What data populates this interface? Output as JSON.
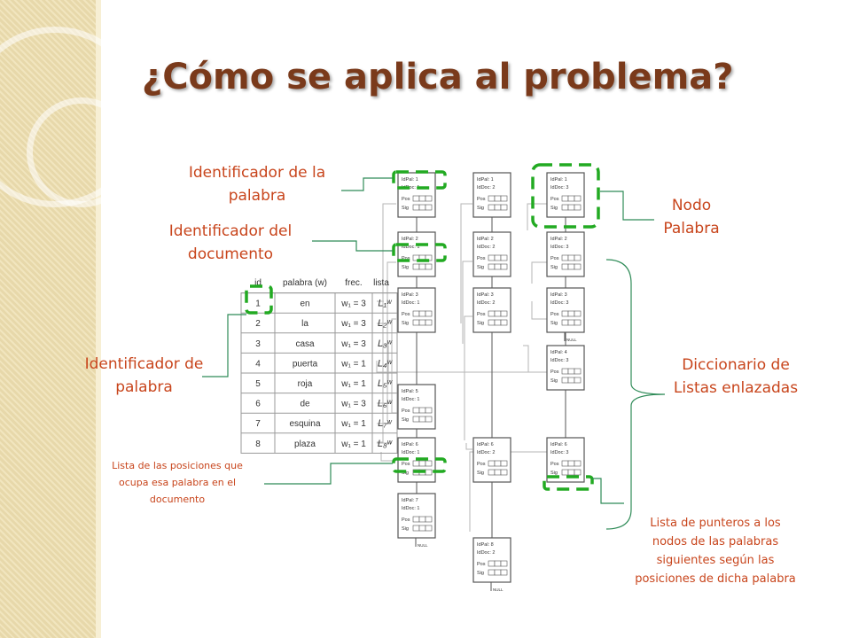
{
  "title": "¿Cómo se aplica al problema?",
  "annotations": {
    "word_id": "Identificador de la palabra",
    "doc_id": "Identificador del documento",
    "word_id_2": "Identificador de palabra",
    "positions": "Lista de las posiciones que ocupa esa palabra en el documento",
    "node": "Nodo Palabra",
    "dictionary": "Diccionario de Listas enlazadas",
    "pointers": "Lista de punteros a los nodos de las palabras siguientes según las posiciones de dicha palabra"
  },
  "table": {
    "headers": [
      "id",
      "palabra (w)",
      "frec.",
      "lista"
    ],
    "rows": [
      {
        "id": "1",
        "word": "en",
        "freq": "w₁ = 3",
        "list": "L₁ʷ"
      },
      {
        "id": "2",
        "word": "la",
        "freq": "w₁ = 3",
        "list": "L₂ʷ"
      },
      {
        "id": "3",
        "word": "casa",
        "freq": "w₁ = 3",
        "list": "L₃ʷ"
      },
      {
        "id": "4",
        "word": "puerta",
        "freq": "w₁ = 1",
        "list": "L₄ʷ"
      },
      {
        "id": "5",
        "word": "roja",
        "freq": "w₁ = 1",
        "list": "L₅ʷ"
      },
      {
        "id": "6",
        "word": "de",
        "freq": "w₁ = 3",
        "list": "L₆ʷ"
      },
      {
        "id": "7",
        "word": "esquina",
        "freq": "w₁ = 1",
        "list": "L₇ʷ"
      },
      {
        "id": "8",
        "word": "plaza",
        "freq": "w₁ = 1",
        "list": "L₈ʷ"
      }
    ]
  },
  "node_fields": {
    "pos": "Pos",
    "sig": "Sig",
    "null": "NULL"
  },
  "columns": [
    {
      "doc": "IdDoc: 1",
      "nodes": [
        {
          "pal": "IdPal: 1",
          "null": false
        },
        {
          "pal": "IdPal: 2",
          "null": false
        },
        {
          "pal": "IdPal: 3",
          "null": false
        },
        {
          "pal": "IdPal: 5",
          "null": false
        },
        {
          "pal": "IdPal: 6",
          "null": false
        },
        {
          "pal": "IdPal: 7",
          "null": true
        }
      ]
    },
    {
      "doc": "IdDoc: 2",
      "nodes": [
        {
          "pal": "IdPal: 1",
          "null": false
        },
        {
          "pal": "IdPal: 2",
          "null": false
        },
        {
          "pal": "IdPal: 3",
          "null": false
        },
        {
          "pal": "IdPal: 6",
          "null": false
        },
        {
          "pal": "IdPal: 8",
          "null": true
        }
      ]
    },
    {
      "doc": "IdDoc: 3",
      "nodes": [
        {
          "pal": "IdPal: 1",
          "null": false
        },
        {
          "pal": "IdPal: 2",
          "null": false
        },
        {
          "pal": "IdPal: 3",
          "null": true
        },
        {
          "pal": "IdPal: 4",
          "null": false
        },
        {
          "pal": "IdPal: 6",
          "null": false
        }
      ]
    }
  ],
  "colors": {
    "title": "#7a3a1b",
    "annotation": "#c8451c",
    "callout_line": "#2e8b57",
    "highlight": "#22aa22"
  }
}
